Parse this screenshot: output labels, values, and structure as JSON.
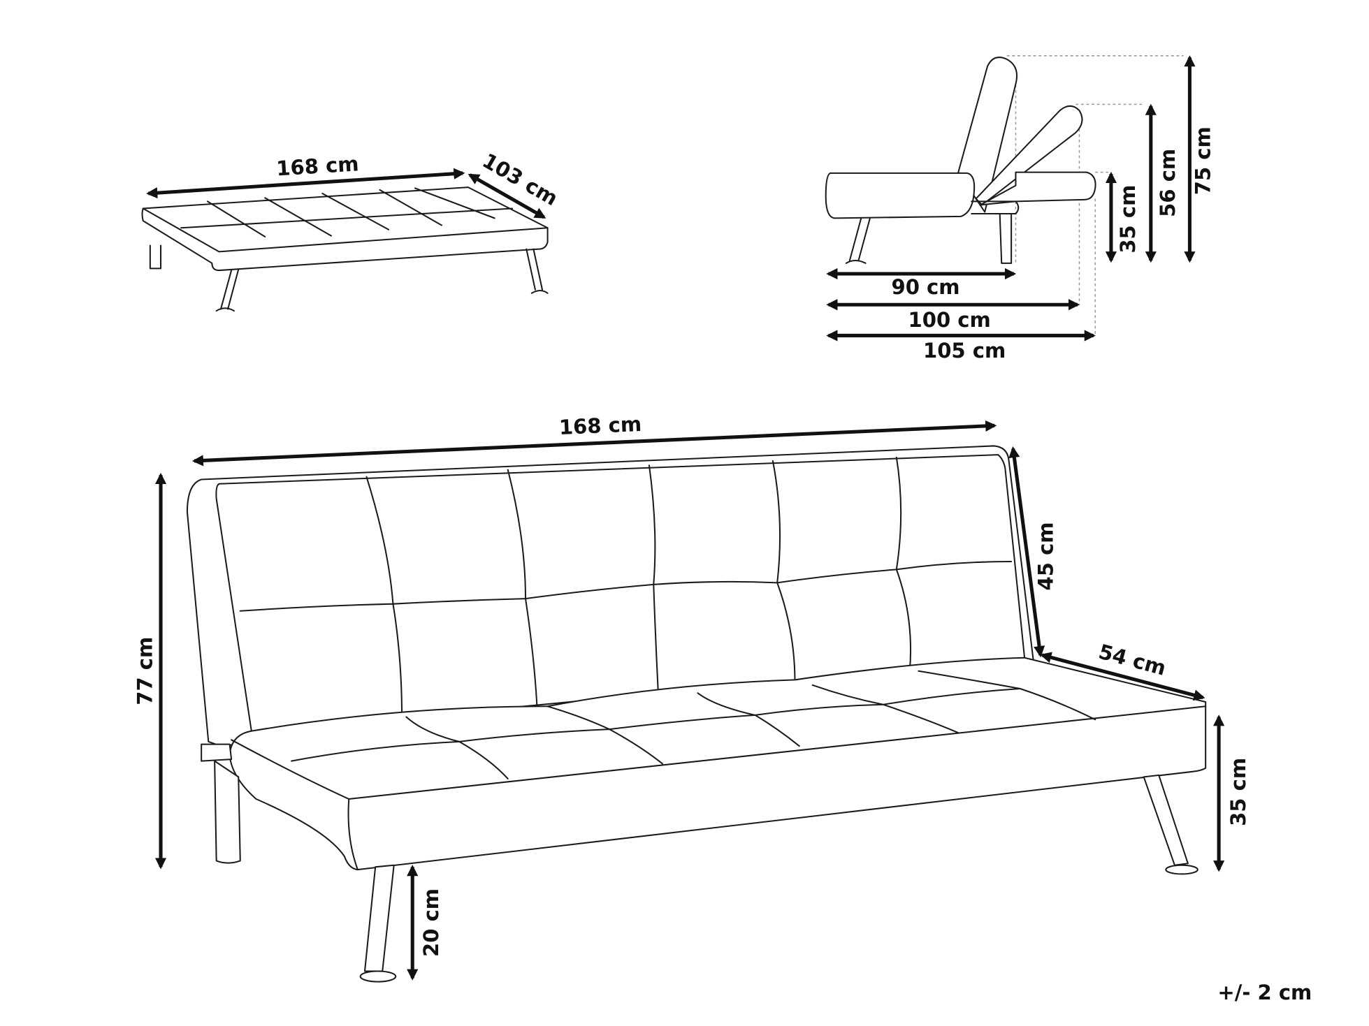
{
  "top_view": {
    "width": "168 cm",
    "depth": "103 cm"
  },
  "side_view": {
    "seat_depth": "90 cm",
    "reclined_depth": "100 cm",
    "bed_depth": "105 cm",
    "bed_height": "35 cm",
    "reclined_height": "56 cm",
    "upright_height": "75 cm"
  },
  "front_view": {
    "width": "168 cm",
    "total_height": "77 cm",
    "back_height": "45 cm",
    "seat_depth": "54 cm",
    "seat_height": "35 cm",
    "leg_height": "20 cm"
  },
  "tolerance": "+/- 2 cm"
}
